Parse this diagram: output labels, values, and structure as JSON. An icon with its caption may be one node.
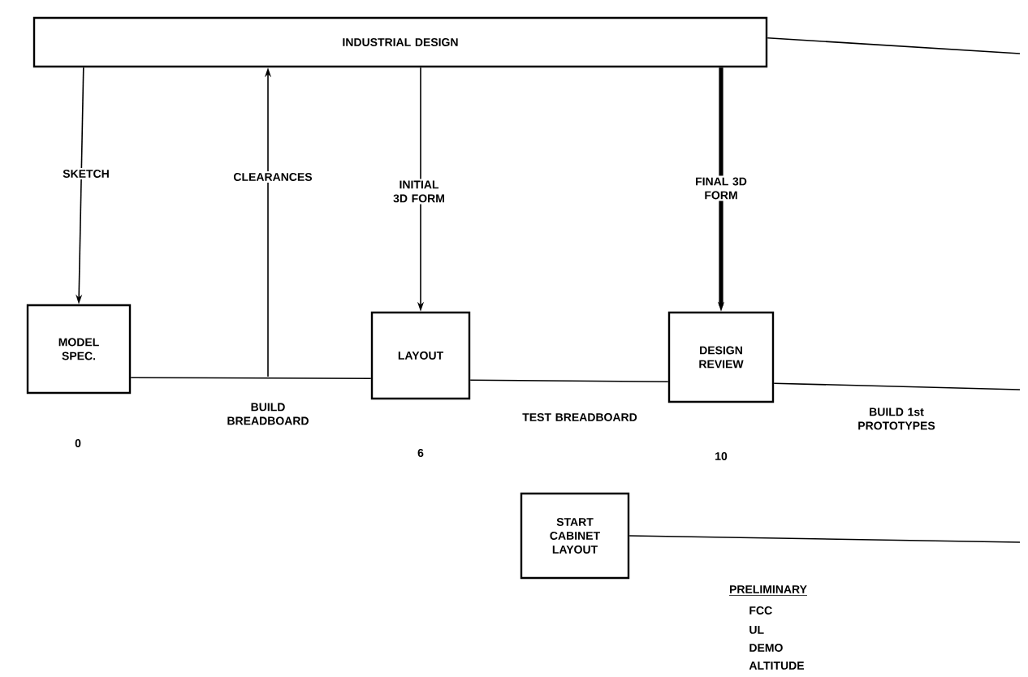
{
  "diagram": {
    "nodes": [
      {
        "text": [
          "INDUSTRIAL DESIGN"
        ]
      },
      {
        "text": [
          "MODEL SPEC."
        ]
      },
      {
        "text": [
          "LAYOUT"
        ]
      },
      {
        "text": [
          "DESIGN REVIEW"
        ]
      },
      {
        "text": [
          "START CABINET LAYOUT"
        ]
      }
    ],
    "edges": [
      {
        "from": 0,
        "to": 1,
        "arrow": "to",
        "label": "SKETCH"
      },
      {
        "from": null,
        "to": 0,
        "arrow": "to",
        "label": "CLEARANCES"
      },
      {
        "from": 0,
        "to": 2,
        "arrow": "to",
        "label": "INITIAL 3D FORM"
      },
      {
        "from": 0,
        "to": 3,
        "arrow": "to",
        "label": "FINAL 3D FORM",
        "style": "thick"
      },
      {
        "from": 1,
        "to": 2,
        "arrow": "none",
        "label": "BUILD BREADBOARD"
      },
      {
        "from": 2,
        "to": 3,
        "arrow": "none",
        "label": "TEST BREADBOARD"
      },
      {
        "from": 3,
        "to": null,
        "arrow": "none",
        "label": "BUILD 1st PROTOTYPES"
      },
      {
        "from": 0,
        "to": null,
        "arrow": "none"
      },
      {
        "from": 4,
        "to": null,
        "arrow": "none"
      }
    ],
    "labels": [
      "0",
      "6",
      "10",
      "PRELIMINARY",
      "FCC",
      "UL",
      "DEMO",
      "ALTITUDE"
    ]
  }
}
